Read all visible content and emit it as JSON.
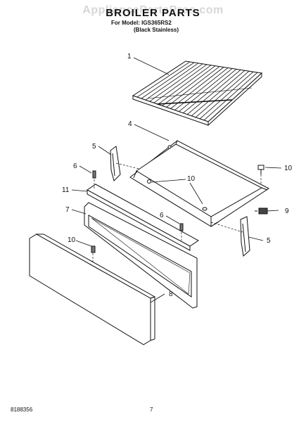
{
  "header": {
    "watermark": "AppliancePartsPros.com",
    "title": "BROILER PARTS",
    "model_line": "For Model: IGS365RS2",
    "color_line": "(Black Stainless)"
  },
  "callouts": [
    "1",
    "4",
    "5",
    "6",
    "10",
    "11",
    "7",
    "6",
    "9",
    "10",
    "5",
    "8"
  ],
  "parts": [
    "broiler-grid",
    "broiler-pan",
    "pan-support-bracket",
    "screw",
    "rivet",
    "drawer-handle",
    "drawer-frame",
    "drawer-front-panel",
    "drawer-glide"
  ],
  "footer": {
    "doc_number": "8188356",
    "page_number": "7"
  }
}
